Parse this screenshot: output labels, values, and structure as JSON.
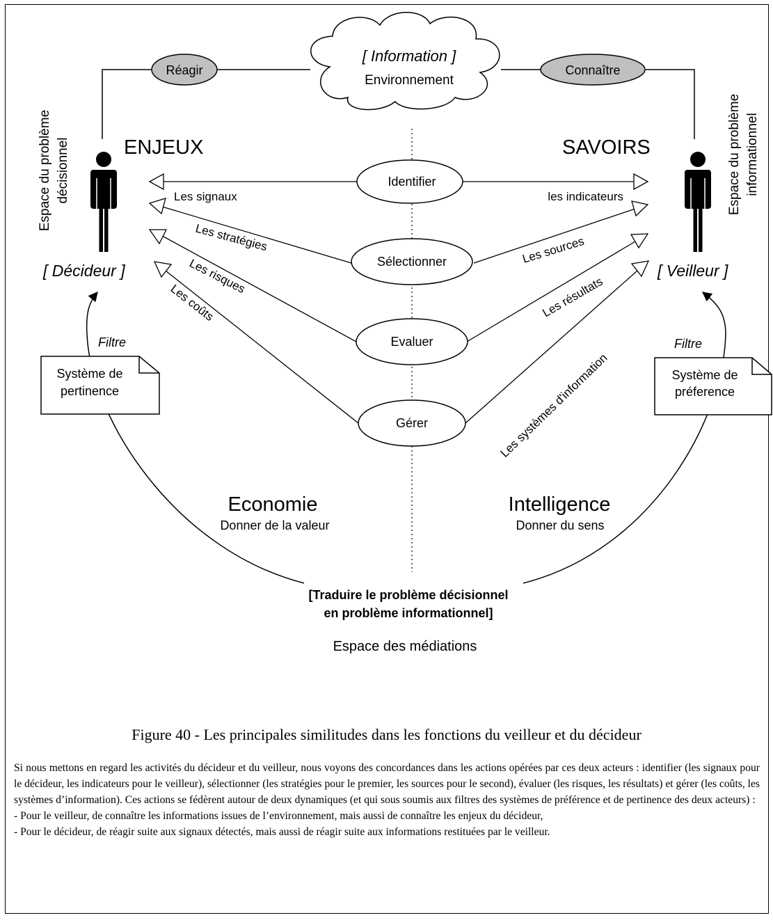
{
  "diagram": {
    "cloud": {
      "title": "[ Information ]",
      "subtitle": "Environnement"
    },
    "left_top_node": "Réagir",
    "right_top_node": "Connaître",
    "left_heading": "ENJEUX",
    "right_heading": "SAVOIRS",
    "left_space_label": [
      "Espace du problème",
      "décisionnel"
    ],
    "right_space_label": [
      "Espace du problème",
      "informationnel"
    ],
    "left_actor": "[ Décideur ]",
    "right_actor": "[ Veilleur ]",
    "actions": [
      "Identifier",
      "Sélectionner",
      "Evaluer",
      "Gérer"
    ],
    "left_labels": [
      "Les signaux",
      "Les stratégies",
      "Les risques",
      "Les coûts"
    ],
    "right_labels": [
      "les indicateurs",
      "Les sources",
      "Les résultats",
      "Les systèmes d'information"
    ],
    "left_filter": {
      "label": "Filtre",
      "note": [
        "Système de",
        "pertinence"
      ]
    },
    "right_filter": {
      "label": "Filtre",
      "note": [
        "Système de",
        "préference"
      ]
    },
    "left_domain": {
      "title": "Economie",
      "subtitle": "Donner de la valeur"
    },
    "right_domain": {
      "title": "Intelligence",
      "subtitle": "Donner du sens"
    },
    "bottom_bracket": [
      "[Traduire le problème décisionnel",
      "en problème informationnel]"
    ],
    "bottom_label": "Espace des médiations"
  },
  "caption": "Figure 40 - Les principales similitudes dans les fonctions du veilleur et du décideur",
  "paragraph": [
    "Si nous mettons en regard les activités du décideur et du veilleur, nous voyons des concordances dans les actions opérées par ces deux acteurs : identifier (les signaux pour le décideur, les indicateurs pour le veilleur), sélectionner (les stratégies pour le premier, les sources pour le second), évaluer (les risques, les résultats) et gérer (les coûts, les systèmes d’information). Ces actions se fédèrent autour de deux dynamiques (et qui sous soumis aux filtres des systèmes de préférence et de pertinence des deux acteurs) :",
    "- Pour le veilleur, de connaître les informations issues de l’environnement, mais aussi de connaître les enjeux du décideur,",
    "- Pour le décideur, de réagir suite aux signaux détectés, mais aussi de réagir suite aux informations restituées par le veilleur."
  ]
}
